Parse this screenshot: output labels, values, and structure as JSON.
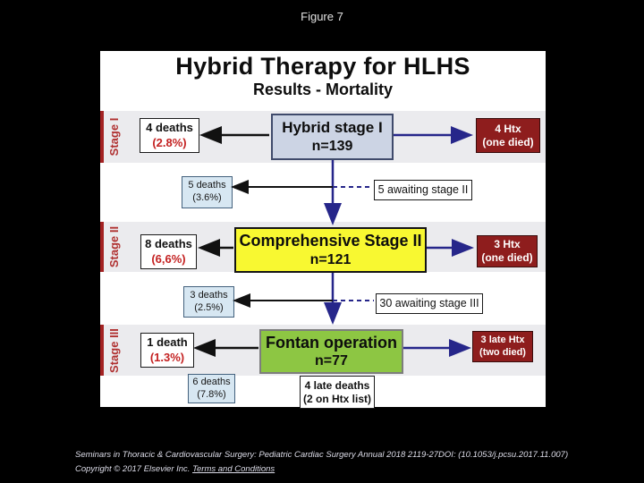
{
  "figure_label": "Figure 7",
  "slide": {
    "title": "Hybrid Therapy for HLHS",
    "subtitle": "Results - Mortality",
    "stages": [
      {
        "label": "Stage I",
        "main": {
          "name": "Hybrid stage I",
          "n": "n=139"
        },
        "deaths": {
          "count": "4 deaths",
          "pct": "(2.8%)"
        },
        "htx": {
          "count": "4 Htx",
          "note": "(one died)"
        },
        "interstage_deaths": {
          "count": "5 deaths",
          "pct": "(3.6%)"
        },
        "awaiting": "5 awaiting stage II"
      },
      {
        "label": "Stage II",
        "main": {
          "name": "Comprehensive Stage II",
          "n": "n=121"
        },
        "deaths": {
          "count": "8 deaths",
          "pct": "(6,6%)"
        },
        "htx": {
          "count": "3 Htx",
          "note": "(one died)"
        },
        "interstage_deaths": {
          "count": "3 deaths",
          "pct": "(2.5%)"
        },
        "awaiting": "30 awaiting stage III"
      },
      {
        "label": "Stage III",
        "main": {
          "name": "Fontan operation",
          "n": "n=77"
        },
        "deaths": {
          "count": "1 death",
          "pct": "(1.3%)"
        },
        "htx": {
          "count": "3 late Htx",
          "note": "(two died)"
        },
        "interstage_deaths": {
          "count": "6 deaths",
          "pct": "(7.8%)"
        },
        "late_deaths": {
          "count": "4 late deaths",
          "note": "(2 on Htx list)"
        }
      }
    ]
  },
  "footer": {
    "citation": "Seminars in Thoracic & Cardiovascular Surgery: Pediatric Cardiac Surgery Annual 2018 2119-27DOI: (10.1053/j.pcsu.2017.11.007)",
    "copyright": "Copyright © 2017 Elsevier Inc. ",
    "terms_link": "Terms and Conditions"
  },
  "colors": {
    "stage_label_red": "#b03131",
    "htx_box_red": "#8e1d1d",
    "hybrid_box_blue": "#ccd4e4",
    "stage2_box_yellow": "#f8f831",
    "fontan_box_green": "#8dc643",
    "interstage_box_blue": "#d7e7f2",
    "arrow_navy": "#26268a",
    "arrow_black": "#111111",
    "pct_red": "#c42222"
  }
}
